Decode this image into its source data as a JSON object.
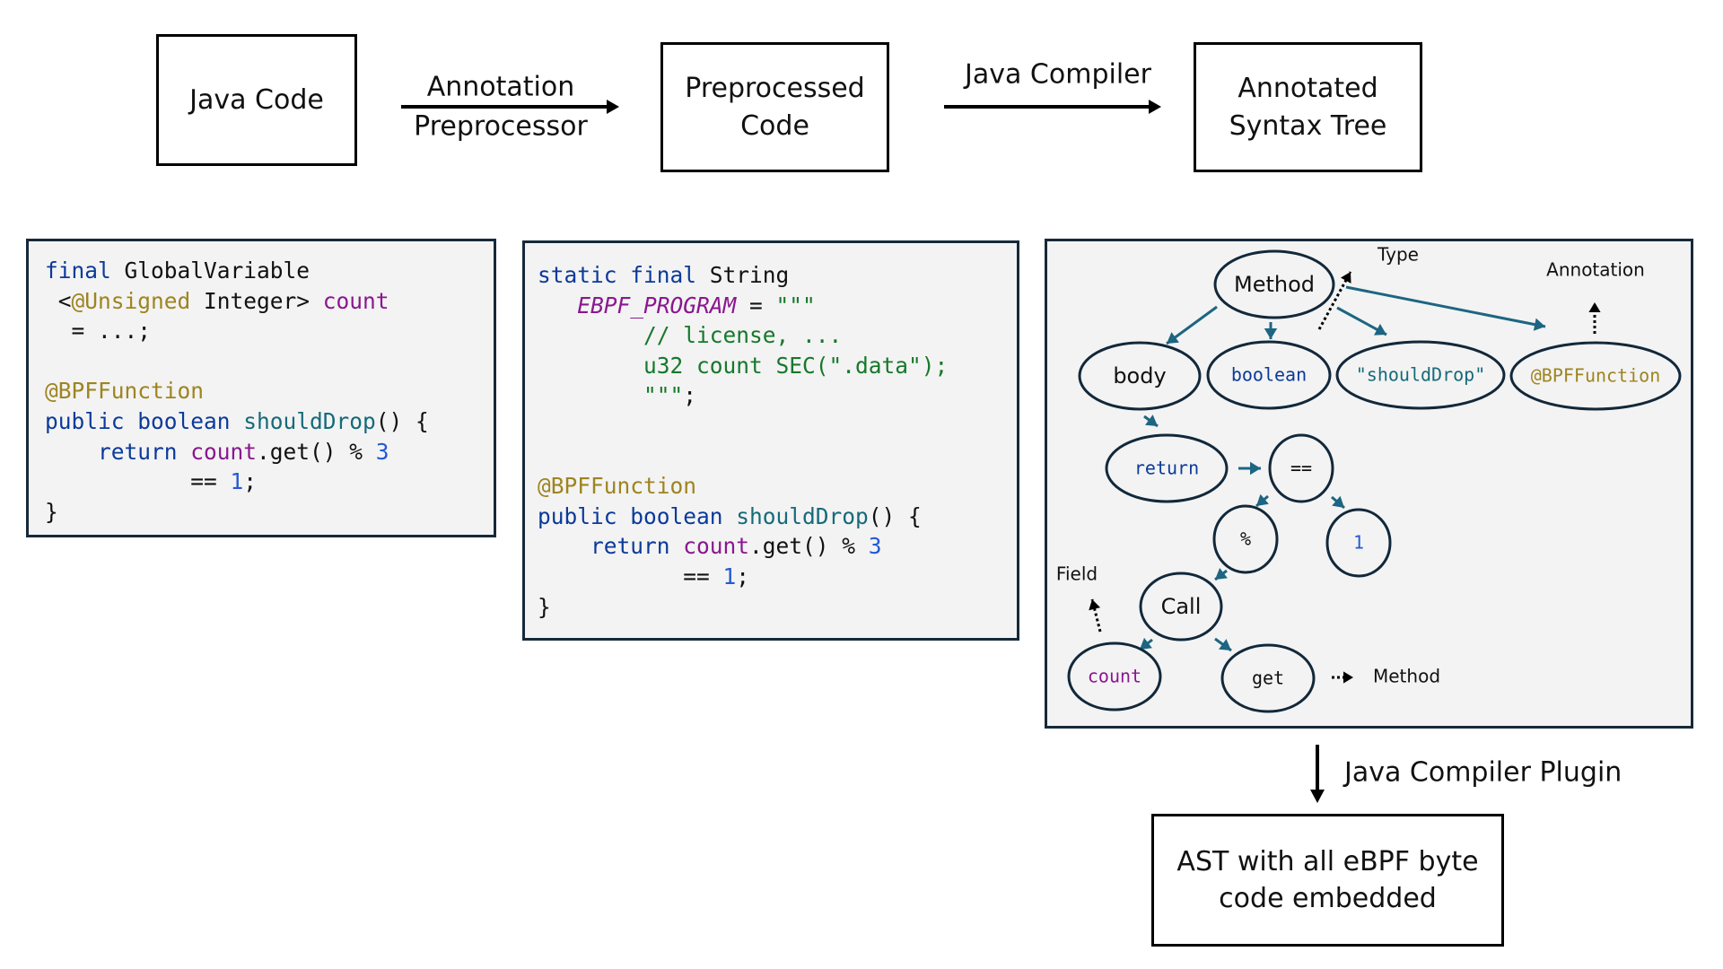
{
  "pipeline": {
    "stage1": {
      "label": "Java Code"
    },
    "arrow1": {
      "label_top": "Annotation",
      "label_bottom": "Preprocessor"
    },
    "stage2": {
      "line1": "Preprocessed",
      "line2": "Code"
    },
    "arrow2": {
      "label": "Java Compiler"
    },
    "stage3": {
      "line1": "Annotated",
      "line2": "Syntax Tree"
    },
    "arrow3": {
      "label": "Java Compiler Plugin"
    },
    "stage4": {
      "line1": "AST with all eBPF byte",
      "line2": "code embedded"
    }
  },
  "colors": {
    "keyword": "#0b3a9a",
    "annotation": "#9e8420",
    "field": "#8a178f",
    "function": "#166a7a",
    "number": "#2459d6",
    "string": "#16782b",
    "ast_edge": "#1d6582",
    "code_bg": "#f3f3f3",
    "code_border": "#16293a"
  },
  "code_original": {
    "lines": [
      [
        {
          "t": "final",
          "c": "kw"
        },
        {
          "t": " GlobalVariable",
          "c": ""
        }
      ],
      [
        {
          "t": " <",
          "c": ""
        },
        {
          "t": "@Unsigned",
          "c": "ann"
        },
        {
          "t": " Integer> ",
          "c": ""
        },
        {
          "t": "count",
          "c": "fld"
        }
      ],
      [
        {
          "t": "  = ...;",
          "c": ""
        }
      ],
      [
        {
          "t": "",
          "c": ""
        }
      ],
      [
        {
          "t": "@BPFFunction",
          "c": "ann"
        }
      ],
      [
        {
          "t": "public boolean ",
          "c": "kw"
        },
        {
          "t": "shouldDrop",
          "c": "fn"
        },
        {
          "t": "() {",
          "c": ""
        }
      ],
      [
        {
          "t": "    return ",
          "c": "kw"
        },
        {
          "t": "count",
          "c": "fld"
        },
        {
          "t": ".get() % ",
          "c": ""
        },
        {
          "t": "3",
          "c": "num"
        }
      ],
      [
        {
          "t": "           == ",
          "c": ""
        },
        {
          "t": "1",
          "c": "num"
        },
        {
          "t": ";",
          "c": ""
        }
      ],
      [
        {
          "t": "}",
          "c": ""
        }
      ]
    ]
  },
  "code_preprocessed": {
    "lines": [
      [
        {
          "t": "static final ",
          "c": "kw"
        },
        {
          "t": "String",
          "c": ""
        }
      ],
      [
        {
          "t": "   ",
          "c": ""
        },
        {
          "t": "EBPF_PROGRAM",
          "c": "fld it"
        },
        {
          "t": " = ",
          "c": ""
        },
        {
          "t": "\"\"\"",
          "c": "str"
        }
      ],
      [
        {
          "t": "        // license, ...",
          "c": "str"
        }
      ],
      [
        {
          "t": "        u32 count SEC(\".data\");",
          "c": "str"
        }
      ],
      [
        {
          "t": "        \"\"\"",
          "c": "str"
        },
        {
          "t": ";",
          "c": ""
        }
      ],
      [
        {
          "t": "",
          "c": ""
        }
      ],
      [
        {
          "t": "",
          "c": ""
        }
      ],
      [
        {
          "t": "@BPFFunction",
          "c": "ann"
        }
      ],
      [
        {
          "t": "public boolean ",
          "c": "kw"
        },
        {
          "t": "shouldDrop",
          "c": "fn"
        },
        {
          "t": "() {",
          "c": ""
        }
      ],
      [
        {
          "t": "    return ",
          "c": "kw"
        },
        {
          "t": "count",
          "c": "fld"
        },
        {
          "t": ".get() % ",
          "c": ""
        },
        {
          "t": "3",
          "c": "num"
        }
      ],
      [
        {
          "t": "           == ",
          "c": ""
        },
        {
          "t": "1",
          "c": "num"
        },
        {
          "t": ";",
          "c": ""
        }
      ],
      [
        {
          "t": "}",
          "c": ""
        }
      ]
    ]
  },
  "ast": {
    "nodes": [
      {
        "id": "method",
        "label": "Method",
        "style": "sans",
        "color": "#111111"
      },
      {
        "id": "body",
        "label": "body",
        "style": "sans",
        "color": "#111111"
      },
      {
        "id": "boolean",
        "label": "boolean",
        "style": "mono",
        "color": "#0b3a9a"
      },
      {
        "id": "shouldDrop",
        "label": "\"shouldDrop\"",
        "style": "mono",
        "color": "#166a7a"
      },
      {
        "id": "bpffunction",
        "label": "@BPFFunction",
        "style": "mono",
        "color": "#9e8420"
      },
      {
        "id": "return",
        "label": "return",
        "style": "mono",
        "color": "#0b3a9a"
      },
      {
        "id": "eq",
        "label": "==",
        "style": "mono",
        "color": "#111111"
      },
      {
        "id": "mod",
        "label": "%",
        "style": "mono",
        "color": "#111111"
      },
      {
        "id": "one",
        "label": "1",
        "style": "mono",
        "color": "#2459d6"
      },
      {
        "id": "call",
        "label": "Call",
        "style": "sans",
        "color": "#111111"
      },
      {
        "id": "count",
        "label": "count",
        "style": "mono",
        "color": "#8a178f"
      },
      {
        "id": "get",
        "label": "get",
        "style": "mono",
        "color": "#111111"
      }
    ],
    "edges": [
      {
        "from": "method",
        "to": "body"
      },
      {
        "from": "method",
        "to": "boolean"
      },
      {
        "from": "method",
        "to": "shouldDrop"
      },
      {
        "from": "method",
        "to": "bpffunction"
      },
      {
        "from": "body",
        "to": "return"
      },
      {
        "from": "return",
        "to": "eq"
      },
      {
        "from": "eq",
        "to": "mod"
      },
      {
        "from": "eq",
        "to": "one"
      },
      {
        "from": "mod",
        "to": "call"
      },
      {
        "from": "call",
        "to": "count"
      },
      {
        "from": "call",
        "to": "get"
      }
    ],
    "type_links": [
      {
        "from": "boolean",
        "label": "Type"
      },
      {
        "from": "bpffunction",
        "label": "Annotation"
      },
      {
        "from": "count",
        "label": "Field"
      },
      {
        "from": "get",
        "label": "Method"
      }
    ]
  }
}
